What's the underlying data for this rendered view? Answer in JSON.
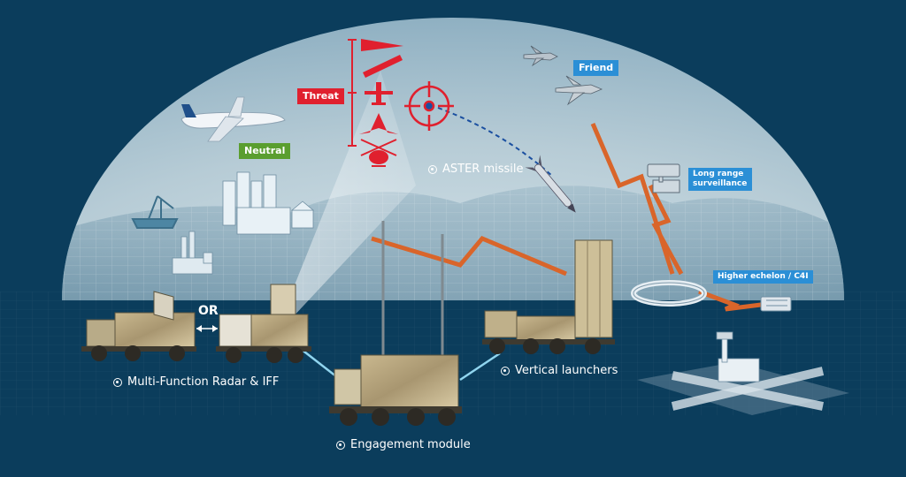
{
  "labels": {
    "threat": "Threat",
    "neutral": "Neutral",
    "friend": "Friend",
    "long_range_surveillance": "Long range surveillance",
    "higher_echelon": "Higher echelon / C4I",
    "or": "OR",
    "aster_missile": "ASTER missile",
    "mfr_iff": "Multi-Function Radar & IFF",
    "vertical_launchers": "Vertical launchers",
    "engagement_module": "Engagement module"
  },
  "colors": {
    "background": "#0b3d5c",
    "threat": "#e0202e",
    "neutral": "#5a9e2f",
    "friend": "#2b8fd6",
    "surveillance": "#2b8fd6",
    "datalink": "#d9652a",
    "connector": "#7fd6ff"
  },
  "icons": {
    "target": "crosshair-target-icon",
    "caption_marker": "target-dot-icon"
  }
}
